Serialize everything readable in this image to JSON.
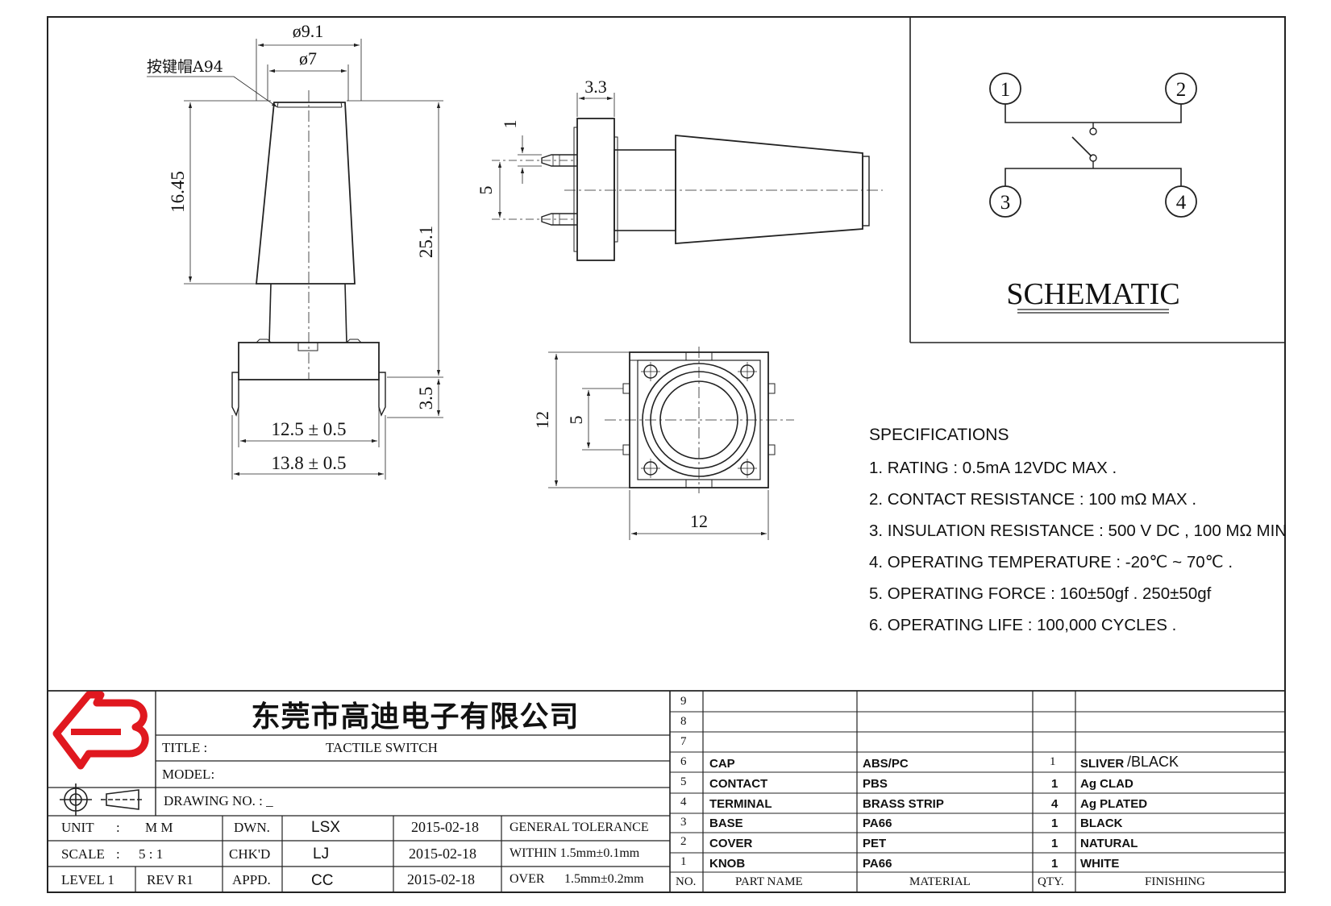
{
  "drawing": {
    "dims": {
      "d91": "ø9.1",
      "d7": "ø7",
      "cap_note": "按键帽A94",
      "h1645": "16.45",
      "h251": "25.1",
      "h35": "3.5",
      "w125": "12.5 ± 0.5",
      "w138": "13.8 ± 0.5",
      "s33": "3.3",
      "s1": "1",
      "s5": "5",
      "t12v": "12",
      "t5": "5",
      "t12h": "12"
    },
    "schematic": {
      "pins": [
        "1",
        "2",
        "3",
        "4"
      ],
      "label": "SCHEMATIC"
    }
  },
  "specs": {
    "title": "SPECIFICATIONS",
    "items": [
      "1. RATING : 0.5mA 12VDC MAX .",
      "2. CONTACT RESISTANCE : 100 mΩ MAX .",
      "3. INSULATION RESISTANCE : 500 V DC , 100 MΩ MIN",
      "4. OPERATING TEMPERATURE : -20℃ ~ 70℃ .",
      "5. OPERATING FORCE : 160±50gf . 250±50gf",
      "6. OPERATING LIFE : 100,000 CYCLES ."
    ]
  },
  "title_block": {
    "company": "东莞市高迪电子有限公司",
    "title_label": "TITLE :",
    "title_value": "TACTILE SWITCH",
    "model_label": "MODEL:",
    "drawing_no_label": "DRAWING NO. : _",
    "unit_label": "UNIT",
    "unit_sep": ":",
    "unit_value": "M M",
    "scale_label": "SCALE",
    "scale_sep": ":",
    "scale_value": "5 : 1",
    "level_label": "LEVEL 1",
    "rev_label": "REV R1",
    "dwn_label": "DWN.",
    "chk_label": "CHK'D",
    "appd_label": "APPD.",
    "dwn_name": "LSX",
    "chk_name": "LJ",
    "appd_name": "CC",
    "dwn_date": "2015-02-18",
    "chk_date": "2015-02-18",
    "appd_date": "2015-02-18",
    "general_tolerance": "GENERAL TOLERANCE",
    "within": "WITHIN 1.5mm±0.1mm",
    "over_label": "OVER",
    "over_value": "1.5mm±0.2mm"
  },
  "bom": {
    "rows": [
      {
        "no": "9",
        "part": "",
        "material": "",
        "qty": "",
        "finishing": ""
      },
      {
        "no": "8",
        "part": "",
        "material": "",
        "qty": "",
        "finishing": ""
      },
      {
        "no": "7",
        "part": "",
        "material": "",
        "qty": "",
        "finishing": ""
      },
      {
        "no": "6",
        "part": "CAP",
        "material": "ABS/PC",
        "qty": "1",
        "finishing": "SLIVER",
        "finishing2": "/BLACK"
      },
      {
        "no": "5",
        "part": "CONTACT",
        "material": "PBS",
        "qty": "1",
        "finishing": "Ag CLAD"
      },
      {
        "no": "4",
        "part": "TERMINAL",
        "material": "BRASS STRIP",
        "qty": "4",
        "finishing": "Ag PLATED"
      },
      {
        "no": "3",
        "part": "BASE",
        "material": "PA66",
        "qty": "1",
        "finishing": "BLACK"
      },
      {
        "no": "2",
        "part": "COVER",
        "material": "PET",
        "qty": "1",
        "finishing": "NATURAL"
      },
      {
        "no": "1",
        "part": "KNOB",
        "material": "PA66",
        "qty": "1",
        "finishing": "WHITE"
      }
    ],
    "header": {
      "no": "NO.",
      "part": "PART NAME",
      "material": "MATERIAL",
      "qty": "QTY.",
      "finishing": "FINISHING"
    }
  },
  "logo": {
    "color": "#e0181f"
  }
}
